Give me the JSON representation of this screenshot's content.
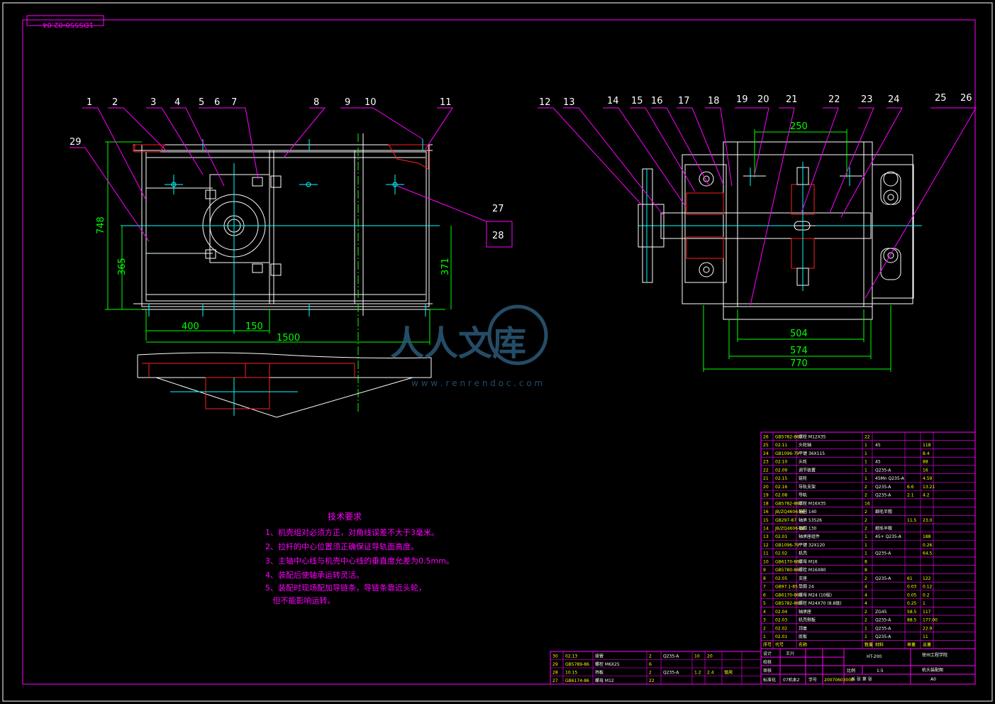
{
  "drawing_code": "1DS550-02.04",
  "watermark": {
    "main": "人人文库",
    "url": "w w w . r e n r e n d o c . c o m"
  },
  "dimensions": {
    "front_height": "748",
    "front_h1": "365",
    "front_h2": "371",
    "front_w1": "400",
    "front_w2": "150",
    "front_total": "1500",
    "side_top": "250",
    "side_w1": "504",
    "side_w2": "574",
    "side_w3": "770"
  },
  "balloons": [
    "1",
    "2",
    "3",
    "4",
    "5",
    "6",
    "7",
    "8",
    "9",
    "10",
    "11",
    "12",
    "13",
    "14",
    "15",
    "16",
    "17",
    "18",
    "19",
    "20",
    "21",
    "22",
    "23",
    "24",
    "25",
    "26",
    "27",
    "28",
    "29"
  ],
  "tech_req": {
    "title": "技术要求",
    "lines": [
      "1、机壳组对必须方正，对角线误差不大于3毫米。",
      "2、拉杆的中心位置须正确保证导轨面高度。",
      "3、主轴中心线与机壳中心线的垂直度允差为0.5mm。",
      "4、装配后使轴承运转灵活。",
      "5、装配时现场配加导链条，导链条靠近头轮，",
      "   但不能影响运转。"
    ]
  },
  "bom": [
    {
      "no": "26",
      "code": "GB5782-86",
      "name": "螺栓 M12X35",
      "qty": "22",
      "mat": "",
      "w1": "",
      "w2": ""
    },
    {
      "no": "25",
      "code": "02.11",
      "name": "头轮轴",
      "qty": "1",
      "mat": "45",
      "w1": "",
      "w2": "118"
    },
    {
      "no": "24",
      "code": "GB1096-79",
      "name": "平键 36X115",
      "qty": "1",
      "mat": "",
      "w1": "",
      "w2": "8.4"
    },
    {
      "no": "23",
      "code": "02.10",
      "name": "头轮",
      "qty": "1",
      "mat": "45",
      "w1": "",
      "w2": "88"
    },
    {
      "no": "22",
      "code": "02.09",
      "name": "调节装置",
      "qty": "1",
      "mat": "Q235-A",
      "w1": "",
      "w2": "16"
    },
    {
      "no": "21",
      "code": "02.15",
      "name": "链轮",
      "qty": "1",
      "mat": "45Mn Q235-A",
      "w1": "",
      "w2": "4.59"
    },
    {
      "no": "20",
      "code": "02.16",
      "name": "导轨支架",
      "qty": "2",
      "mat": "Q235-A",
      "w1": "6.6",
      "w2": "13.21"
    },
    {
      "no": "19",
      "code": "02.08",
      "name": "导轨",
      "qty": "2",
      "mat": "Q235-A",
      "w1": "2.1",
      "w2": "4.2"
    },
    {
      "no": "18",
      "code": "GB5782-86",
      "name": "螺栓 M16X35",
      "qty": "16",
      "mat": "",
      "w1": "",
      "w2": ""
    },
    {
      "no": "16",
      "code": "JB/ZQ4606-86",
      "name": "毡圈 140",
      "qty": "2",
      "mat": "细毛半粗",
      "w1": "",
      "w2": ""
    },
    {
      "no": "15",
      "code": "GB297-87",
      "name": "轴承 53526",
      "qty": "2",
      "mat": "",
      "w1": "11.5",
      "w2": "23.0"
    },
    {
      "no": "14",
      "code": "JB/ZQ4606-86",
      "name": "毡圈 130",
      "qty": "2",
      "mat": "细毛半粗",
      "w1": "",
      "w2": ""
    },
    {
      "no": "13",
      "code": "02.01",
      "name": "轴承座组件",
      "qty": "1",
      "mat": "45+ Q235-A",
      "w1": "",
      "w2": "188"
    },
    {
      "no": "12",
      "code": "GB1096-79",
      "name": "平键 32X120",
      "qty": "1",
      "mat": "",
      "w1": "",
      "w2": "0.26"
    },
    {
      "no": "11",
      "code": "02.02",
      "name": "机壳",
      "qty": "1",
      "mat": "Q235-A",
      "w1": "",
      "w2": "64.5"
    },
    {
      "no": "10",
      "code": "GB6170-86",
      "name": "螺母 M16",
      "qty": "8",
      "mat": "",
      "w1": "",
      "w2": ""
    },
    {
      "no": "9",
      "code": "GB5780-86",
      "name": "螺栓 M16X80",
      "qty": "8",
      "mat": "",
      "w1": "",
      "w2": ""
    },
    {
      "no": "8",
      "code": "02.05",
      "name": "支座",
      "qty": "2",
      "mat": "Q235-A",
      "w1": "61",
      "w2": "122"
    },
    {
      "no": "7",
      "code": "GB97.1-85",
      "name": "垫圈 24",
      "qty": "4",
      "mat": "",
      "w1": "0.03",
      "w2": "0.12"
    },
    {
      "no": "6",
      "code": "GB6170-86",
      "name": "螺母 M24 (10级)",
      "qty": "4",
      "mat": "",
      "w1": "0.05",
      "w2": "0.2"
    },
    {
      "no": "5",
      "code": "GB5782-86",
      "name": "螺栓 M24X70 (8.8级)",
      "qty": "4",
      "mat": "",
      "w1": "0.25",
      "w2": "1"
    },
    {
      "no": "4",
      "code": "02.04",
      "name": "轴承座",
      "qty": "2",
      "mat": "ZG45",
      "w1": "58.5",
      "w2": "117"
    },
    {
      "no": "3",
      "code": "02.03",
      "name": "机壳侧板",
      "qty": "2",
      "mat": "Q235-A",
      "w1": "88.5",
      "w2": "177.00"
    },
    {
      "no": "2",
      "code": "02.02",
      "name": "顶盖",
      "qty": "1",
      "mat": "Q235-A",
      "w1": "",
      "w2": "22.9"
    },
    {
      "no": "1",
      "code": "02.01",
      "name": "底板",
      "qty": "1",
      "mat": "Q235-A",
      "w1": "",
      "w2": "11"
    }
  ],
  "bom_header": [
    "序号",
    "代号",
    "名称",
    "数量",
    "材料",
    "单重",
    "总重"
  ],
  "lower_bom": [
    {
      "no": "30",
      "code": "02.13",
      "name": "接管",
      "qty": "2",
      "mat": "Q235-A",
      "w1": "10",
      "w2": "20",
      "note": ""
    },
    {
      "no": "29",
      "code": "GB5789-86",
      "name": "螺栓 M6X25",
      "qty": "6",
      "mat": "",
      "w1": "",
      "w2": "",
      "note": ""
    },
    {
      "no": "28",
      "code": "10.15",
      "name": "挡板",
      "qty": "2",
      "mat": "Q235-A",
      "w1": "1.2",
      "w2": "2.4",
      "note": "借用"
    },
    {
      "no": "27",
      "code": "GB6174-86",
      "name": "螺母 M12",
      "qty": "22",
      "mat": "",
      "w1": "",
      "w2": "",
      "note": ""
    }
  ],
  "title_block": {
    "design": "设计",
    "check": "校核",
    "review": "审核",
    "std": "标准化",
    "designer": "王兴",
    "series": "HT-200",
    "school": "徐州工程学院",
    "scale_label": "比例",
    "scale": "1:5",
    "drawing_name": "机头装配图",
    "sheets": "共 张 第 张",
    "size": "A0",
    "class": "07机本2",
    "student": "学号",
    "student_no": "20070603000"
  }
}
